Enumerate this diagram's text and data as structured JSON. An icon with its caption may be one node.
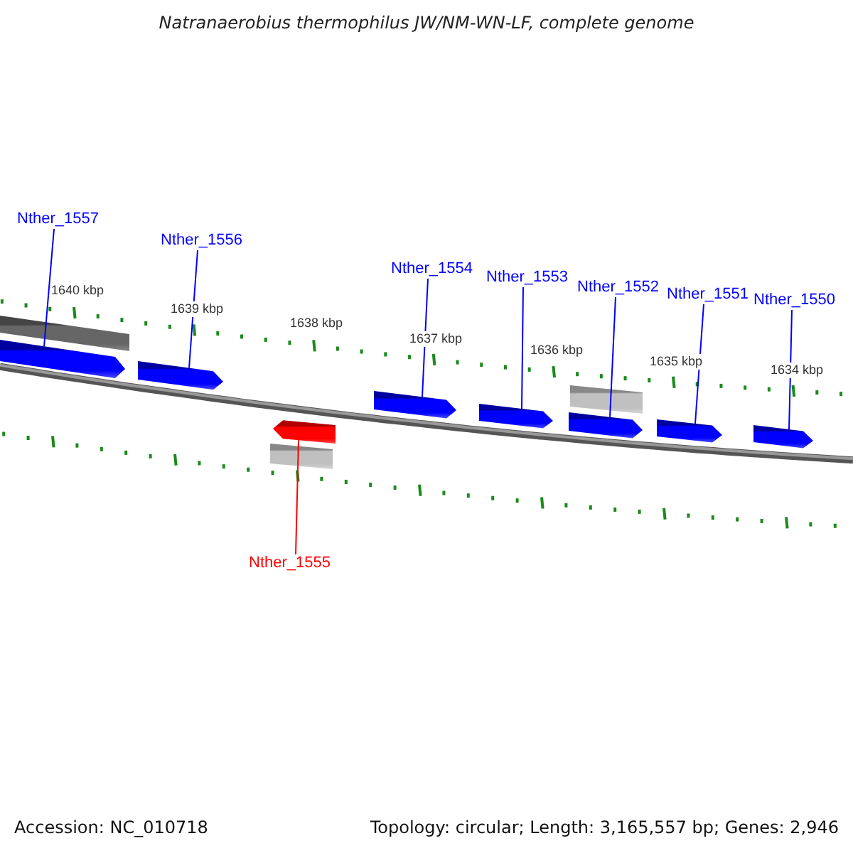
{
  "diagram": {
    "title": "Natranaerobius thermophilus JW/NM-WN-LF, complete genome",
    "nodes": [
      {
        "text": [
          "Nther_1557"
        ]
      },
      {
        "text": [
          "Nther_1556"
        ]
      },
      {
        "text": [
          "Nther_1554"
        ]
      },
      {
        "text": [
          "Nther_1553"
        ]
      },
      {
        "text": [
          "Nther_1552"
        ]
      },
      {
        "text": [
          "Nther_1551"
        ]
      },
      {
        "text": [
          "Nther_1550"
        ]
      },
      {
        "text": [],
        "shape": "arrow"
      },
      {
        "text": [],
        "shape": "arrow"
      },
      {
        "text": [],
        "shape": "arrow"
      },
      {
        "text": [],
        "shape": "arrow"
      },
      {
        "text": [],
        "shape": "arrow"
      },
      {
        "text": [],
        "shape": "arrow"
      },
      {
        "text": [],
        "shape": "arrow"
      },
      {
        "text": [],
        "shape": "arrow"
      },
      {
        "text": [
          "Nther_1555"
        ]
      }
    ],
    "edges": [
      {
        "from": 0,
        "to": 7,
        "arrow": "none"
      },
      {
        "from": 1,
        "to": 8,
        "arrow": "none"
      },
      {
        "from": 2,
        "to": 9,
        "arrow": "none"
      },
      {
        "from": 3,
        "to": 10,
        "arrow": "none"
      },
      {
        "from": 4,
        "to": 11,
        "arrow": "none"
      },
      {
        "from": 5,
        "to": 12,
        "arrow": "none"
      },
      {
        "from": 6,
        "to": 13,
        "arrow": "none"
      },
      {
        "from": 15,
        "to": 14,
        "arrow": "none",
        "color": "#ff0000"
      }
    ],
    "labels": [
      "1640 kbp",
      "1639 kbp",
      "1638 kbp",
      "1637 kbp",
      "1636 kbp",
      "1635 kbp",
      "1634 kbp",
      "Accession: NC_010718",
      "Topology: circular; Length: 3,165,557 bp; Genes: 2,946"
    ]
  }
}
